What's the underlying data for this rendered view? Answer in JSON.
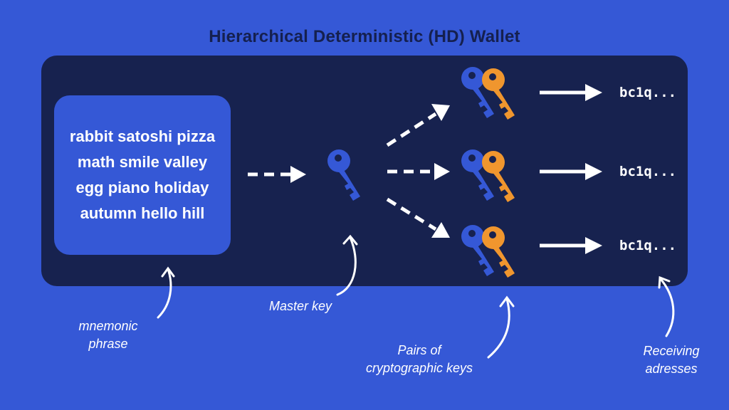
{
  "title": "Hierarchical Deterministic (HD) Wallet",
  "mnemonic": {
    "lines": [
      "rabbit satoshi pizza",
      "math smile valley",
      "egg piano holiday",
      "autumn hello hill"
    ]
  },
  "addresses": [
    "bc1q...",
    "bc1q...",
    "bc1q..."
  ],
  "captions": {
    "mnemonic": [
      "mnemonic",
      "phrase"
    ],
    "master_key": "Master key",
    "key_pairs": [
      "Pairs of",
      "cryptographic keys"
    ],
    "receiving": [
      "Receiving",
      "adresses"
    ]
  },
  "colors": {
    "background": "#3558d6",
    "panel": "#17224f",
    "title": "#15204f",
    "key_blue": "#3558d6",
    "key_orange": "#f0962e",
    "arrow": "#ffffff"
  },
  "icons": {
    "master_key": "key-icon",
    "key_pair": "key-pair-icon",
    "arrow": "arrow-right-icon",
    "pointer": "curved-arrow-up-icon"
  }
}
